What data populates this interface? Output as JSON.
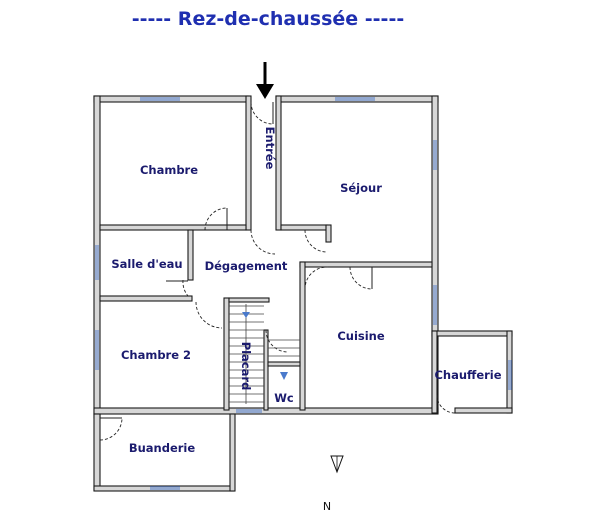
{
  "title": "----- Rez-de-chaussée -----",
  "rooms": {
    "chambre": "Chambre",
    "entree": "Entrée",
    "sejour": "Séjour",
    "salle_deau": "Salle d'eau",
    "degagement": "Dégagement",
    "chambre2": "Chambre 2",
    "placard": "Placard",
    "cuisine": "Cuisine",
    "wc": "Wc",
    "chaufferie": "Chaufferie",
    "buanderie": "Buanderie"
  },
  "compass": {
    "letter": "N"
  },
  "colors": {
    "title": "#1f2fb0",
    "labels": "#1b1b6e",
    "walls": "#d7d7d7",
    "windows": "#6a8ccc"
  },
  "icons": {
    "entrance": "arrow-down-icon",
    "compass": "compass-icon"
  }
}
